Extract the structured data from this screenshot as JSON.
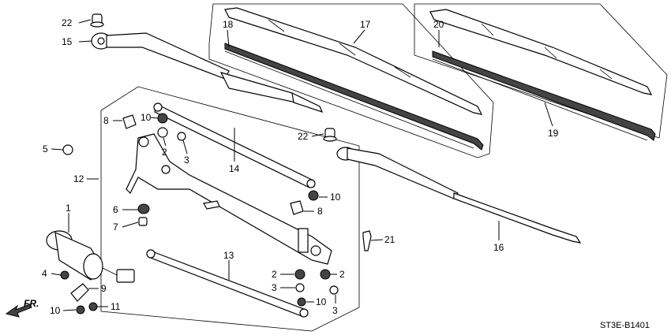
{
  "diagram": {
    "code": "ST3E-B1401",
    "direction_label": "FR.",
    "labels": [
      "22",
      "15",
      "18",
      "17",
      "20",
      "19",
      "8",
      "10",
      "5",
      "2",
      "3",
      "12",
      "14",
      "22",
      "10",
      "6",
      "8",
      "7",
      "1",
      "13",
      "21",
      "16",
      "4",
      "9",
      "2",
      "3",
      "2",
      "10",
      "3",
      "11",
      "10"
    ]
  }
}
